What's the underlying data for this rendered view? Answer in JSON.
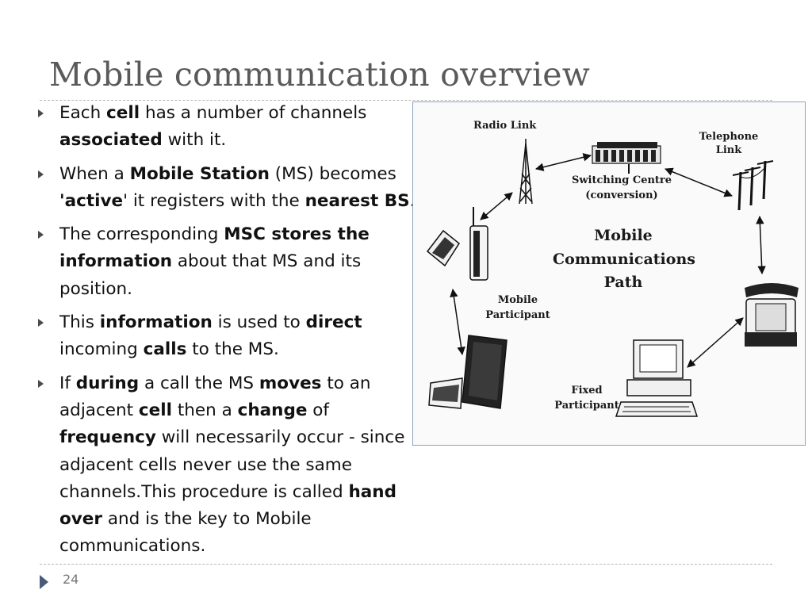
{
  "title": "Mobile communication overview",
  "bullets": [
    [
      {
        "t": "Each "
      },
      {
        "t": "cell",
        "b": true
      },
      {
        "t": " has a number of channels "
      },
      {
        "t": "associated",
        "b": true
      },
      {
        "t": " with it."
      }
    ],
    [
      {
        "t": "When a "
      },
      {
        "t": "Mobile Station",
        "b": true
      },
      {
        "t": " (MS) becomes "
      },
      {
        "t": "'active",
        "b": true
      },
      {
        "t": "' it registers with the "
      },
      {
        "t": "nearest BS",
        "b": true
      },
      {
        "t": "."
      }
    ],
    [
      {
        "t": "The corresponding "
      },
      {
        "t": "MSC stores the information",
        "b": true
      },
      {
        "t": " about that MS and its position."
      }
    ],
    [
      {
        "t": "This "
      },
      {
        "t": "information",
        "b": true
      },
      {
        "t": " is used to "
      },
      {
        "t": "direct",
        "b": true
      },
      {
        "t": " incoming "
      },
      {
        "t": "calls",
        "b": true
      },
      {
        "t": " to the MS."
      }
    ],
    [
      {
        "t": "If "
      },
      {
        "t": "during",
        "b": true
      },
      {
        "t": " a call the MS "
      },
      {
        "t": "moves",
        "b": true
      },
      {
        "t": " to an adjacent "
      },
      {
        "t": "cell",
        "b": true
      },
      {
        "t": " then a "
      },
      {
        "t": "change",
        "b": true
      },
      {
        "t": " of "
      },
      {
        "t": "frequency",
        "b": true
      },
      {
        "t": " will necessarily occur - since adjacent cells never use the same channels.This procedure is called "
      },
      {
        "t": "hand over",
        "b": true
      },
      {
        "t": " and is the key to Mobile communications."
      }
    ]
  ],
  "figure": {
    "radio_link": "Radio Link",
    "telephone_link_1": "Telephone",
    "telephone_link_2": "Link",
    "switching_1": "Switching Centre",
    "switching_2": "(conversion)",
    "center_1": "Mobile",
    "center_2": "Communications",
    "center_3": "Path",
    "mobile_participant_1": "Mobile",
    "mobile_participant_2": "Participant",
    "fixed_participant_1": "Fixed",
    "fixed_participant_2": "Participant"
  },
  "page_number": "24"
}
